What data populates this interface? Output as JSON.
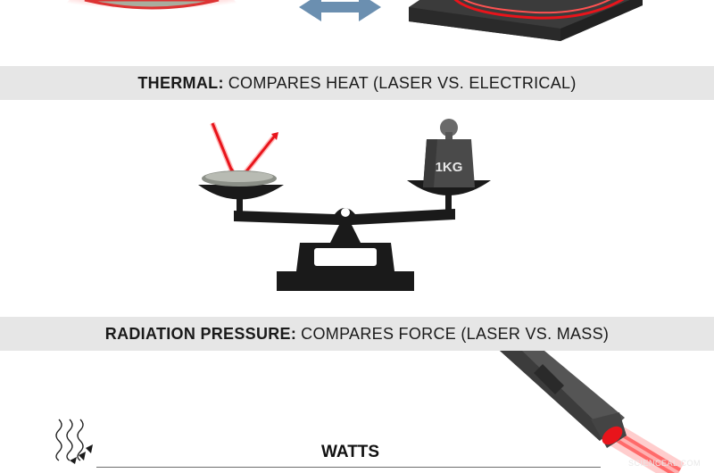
{
  "thermal": {
    "bold": "THERMAL:",
    "rest": "COMPARES HEAT (LASER VS. ELECTRICAL)"
  },
  "radiation": {
    "bold": "RADIATION PRESSURE:",
    "rest": "COMPARES FORCE (LASER VS. MASS)"
  },
  "weight_label": "1KG",
  "watts_label": "WATTS",
  "credit": "SCIENCEAL.COM",
  "colors": {
    "band": "#e6e6e6",
    "laser": "#e8141b",
    "arrow": "#6b8fb0",
    "ink": "#1a1a1a"
  }
}
